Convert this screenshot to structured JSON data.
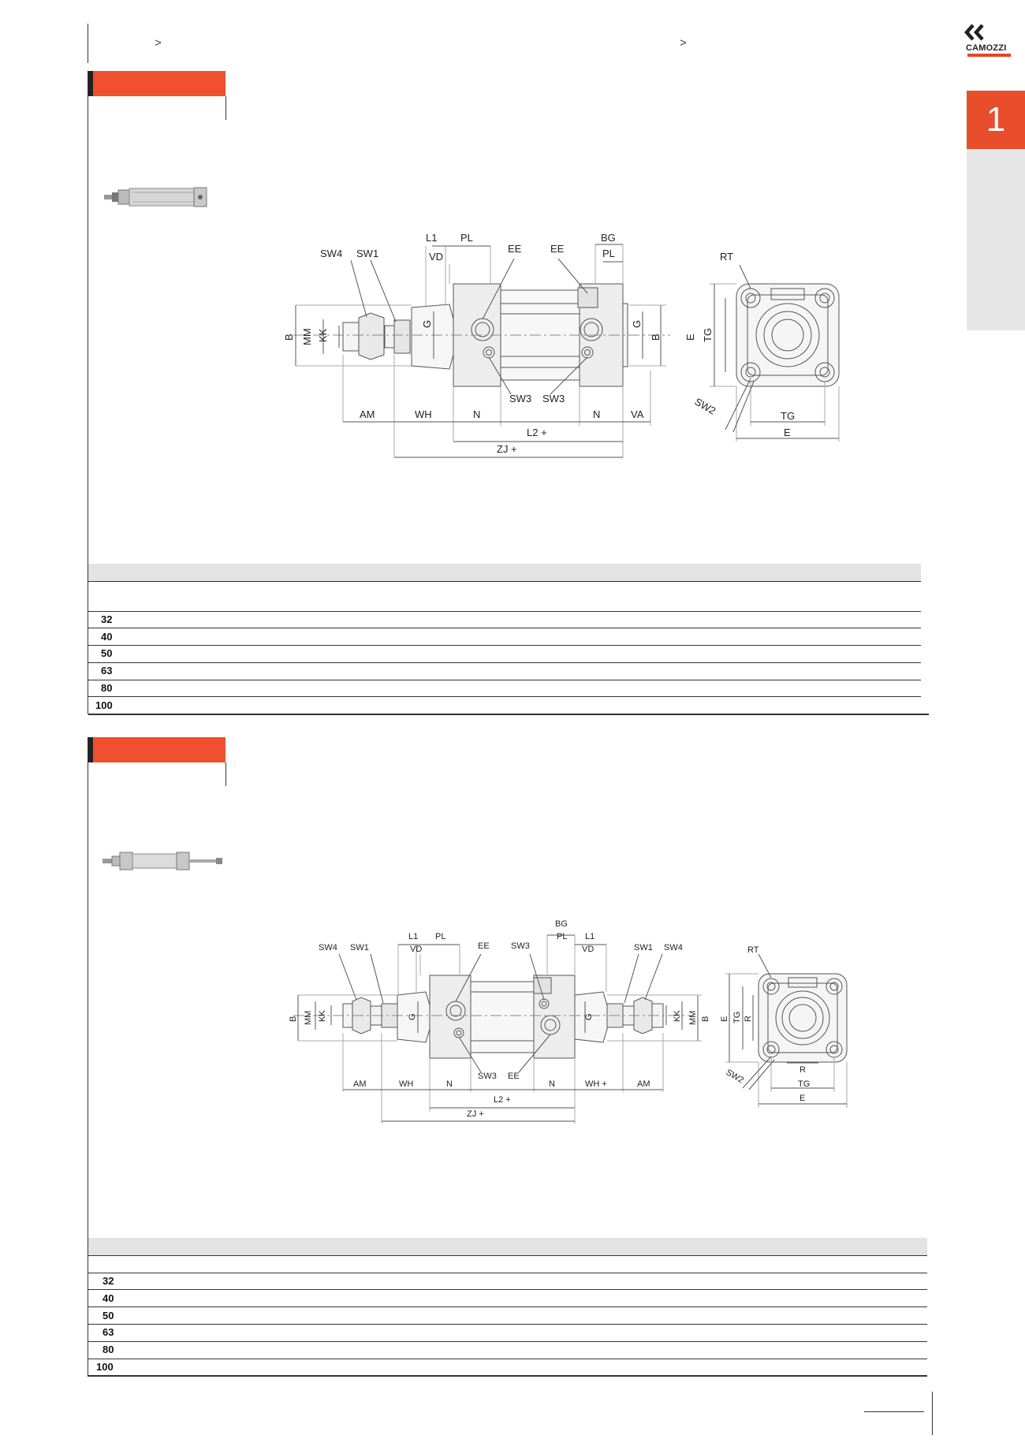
{
  "brand": {
    "name": "CAMOZZI",
    "accent": "#f0502d"
  },
  "breadcrumb": {
    "sep1": ">",
    "sep2": ">"
  },
  "side_tab": {
    "number": "1"
  },
  "section1": {
    "labels": {
      "sw4": "SW4",
      "sw1": "SW1",
      "l1": "L1",
      "pl": "PL",
      "vd": "VD",
      "ee1": "EE",
      "ee2": "EE",
      "bg": "BG",
      "pl2": "PL",
      "b": "B",
      "mm": "MM",
      "kk": "KK",
      "g": "G",
      "g2": "G",
      "b2": "B",
      "sw3a": "SW3",
      "sw3b": "SW3",
      "am": "AM",
      "wh": "WH",
      "n1": "N",
      "n2": "N",
      "va": "VA",
      "l2": "L2 +",
      "zj": "ZJ +",
      "rt": "RT",
      "e": "E",
      "tg": "TG",
      "sw2": "SW2",
      "tg2": "TG",
      "e2": "E"
    },
    "table": {
      "rows": [
        "32",
        "40",
        "50",
        "63",
        "80",
        "100"
      ]
    }
  },
  "section2": {
    "labels": {
      "sw4": "SW4",
      "sw1": "SW1",
      "l1": "L1",
      "pl": "PL",
      "vd": "VD",
      "ee": "EE",
      "sw3top": "SW3",
      "bg": "BG",
      "pl2": "PL",
      "l1b": "L1",
      "vd2": "VD",
      "sw1r": "SW1",
      "sw4r": "SW4",
      "b": "B",
      "mm": "MM",
      "kk": "KK",
      "g": "G",
      "g2": "G",
      "kk2": "KK",
      "mm2": "MM",
      "b2": "B",
      "sw3": "SW3",
      "ee2": "EE",
      "am": "AM",
      "wh": "WH",
      "n1": "N",
      "n2": "N",
      "wh2": "WH +",
      "am2": "AM",
      "l2": "L2 +",
      "zj": "ZJ +",
      "rt": "RT",
      "e": "E",
      "tg": "TG",
      "r": "R",
      "sw2": "SW2",
      "r2": "R",
      "tg2": "TG",
      "e2": "E"
    },
    "table": {
      "rows": [
        "32",
        "40",
        "50",
        "63",
        "80",
        "100"
      ]
    }
  }
}
